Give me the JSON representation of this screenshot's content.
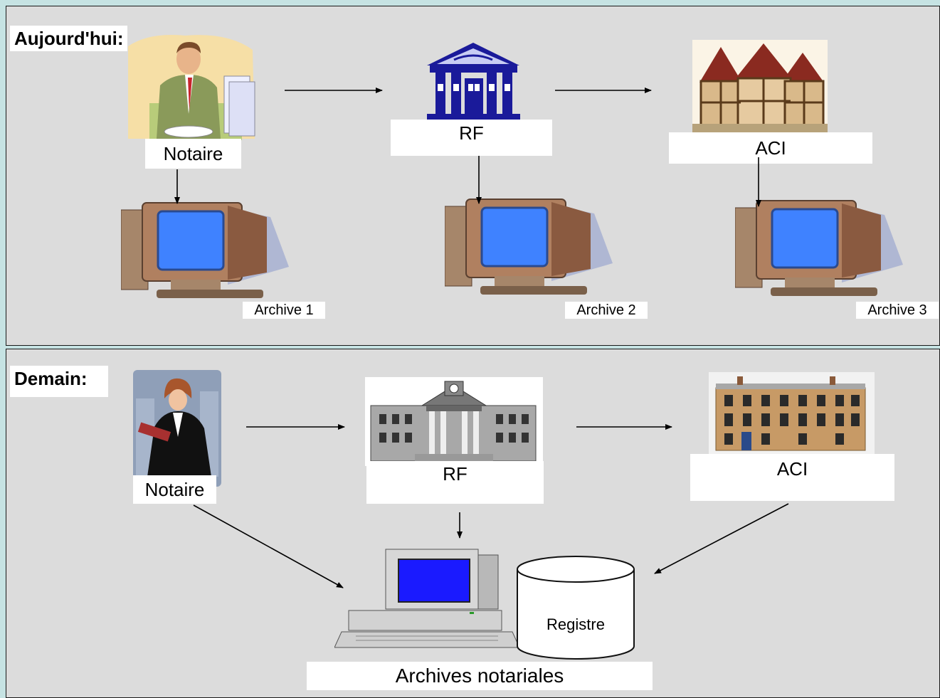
{
  "today": {
    "heading": "Aujourd'hui:",
    "notaire": "Notaire",
    "rf": "RF",
    "aci": "ACI",
    "archives": [
      "Archive 1",
      "Archive 2",
      "Archive 3"
    ]
  },
  "tomorrow": {
    "heading": "Demain:",
    "notaire": "Notaire",
    "rf": "RF",
    "aci": "ACI",
    "registre": "Registre",
    "archives_label": "Archives notariales"
  },
  "colors": {
    "background": "#c6e3e3",
    "panel": "#dcdcdc",
    "screen_blue": "#1a1aff",
    "building_blue": "#1a1a9a"
  }
}
